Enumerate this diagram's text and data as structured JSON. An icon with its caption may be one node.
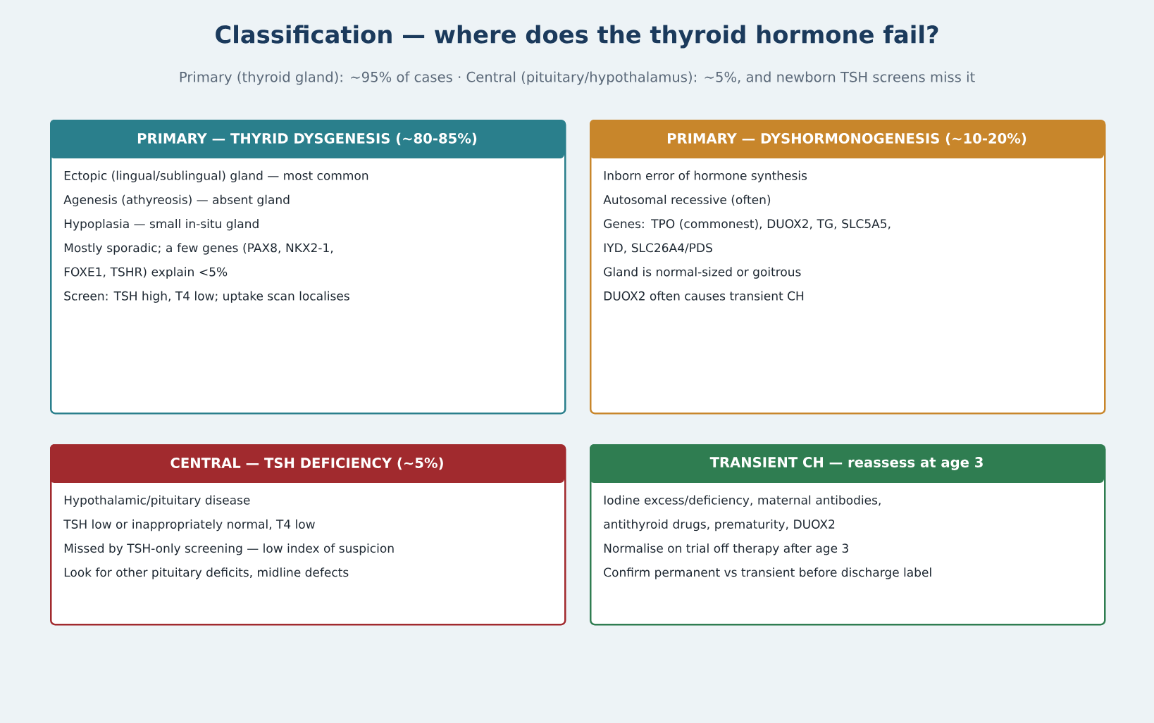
{
  "diagram": {
    "title": "Classification — where does the thyroid hormone fail?",
    "nodes": [
      {
        "text": [
          "PRIMARY — THYRID DYSGENESIS (~80-85%)",
          "Ectopic (lingual/sublingual) gland — most common",
          "Agenesis (athyreosis) — absent gland",
          "Hypoplasia — small in-situ gland",
          "Mostly sporadic; a few genes (PAX8, NKX2-1, FOXE1, TSHR) explain <5%",
          "Screen: TSH high, T4 low; uptake scan localises"
        ]
      },
      {
        "text": [
          "PRIMARY — DYSHORMONOGENESIS (~10-20%)",
          "Inborn error of hormone synthesis",
          "Autosomal recessive (often)",
          "Genes: TPO (commonest), DUOX2, TG, SLC5A5, IYD, SLC26A4/PDS",
          "Gland is normal-sized or goitrous",
          "DUOX2 often causes transient CH"
        ]
      },
      {
        "text": [
          "CENTRAL — TSH DEFICIENCY (~5%)",
          "Hypothalamic/pituitary disease",
          "TSH low or inappropriately normal, T4 low",
          "Missed by TSH-only screening — low index of suspicion",
          "Look for other pituitary deficits, midline defects"
        ]
      },
      {
        "text": [
          "TRANSIENT CH — reassess at age 3",
          "Iodine excess/deficiency, maternal antibodies, antithyroid drugs, prematurity, DUOX2",
          "Normalise on trial off therapy after age 3",
          "Confirm permanent vs transient before discharge label"
        ]
      }
    ],
    "labels": [
      "Primary (thyroid gland): ~95% of cases · Central (pituitary/hypothalamus): ~5%, and newborn TSH screens miss it"
    ]
  }
}
